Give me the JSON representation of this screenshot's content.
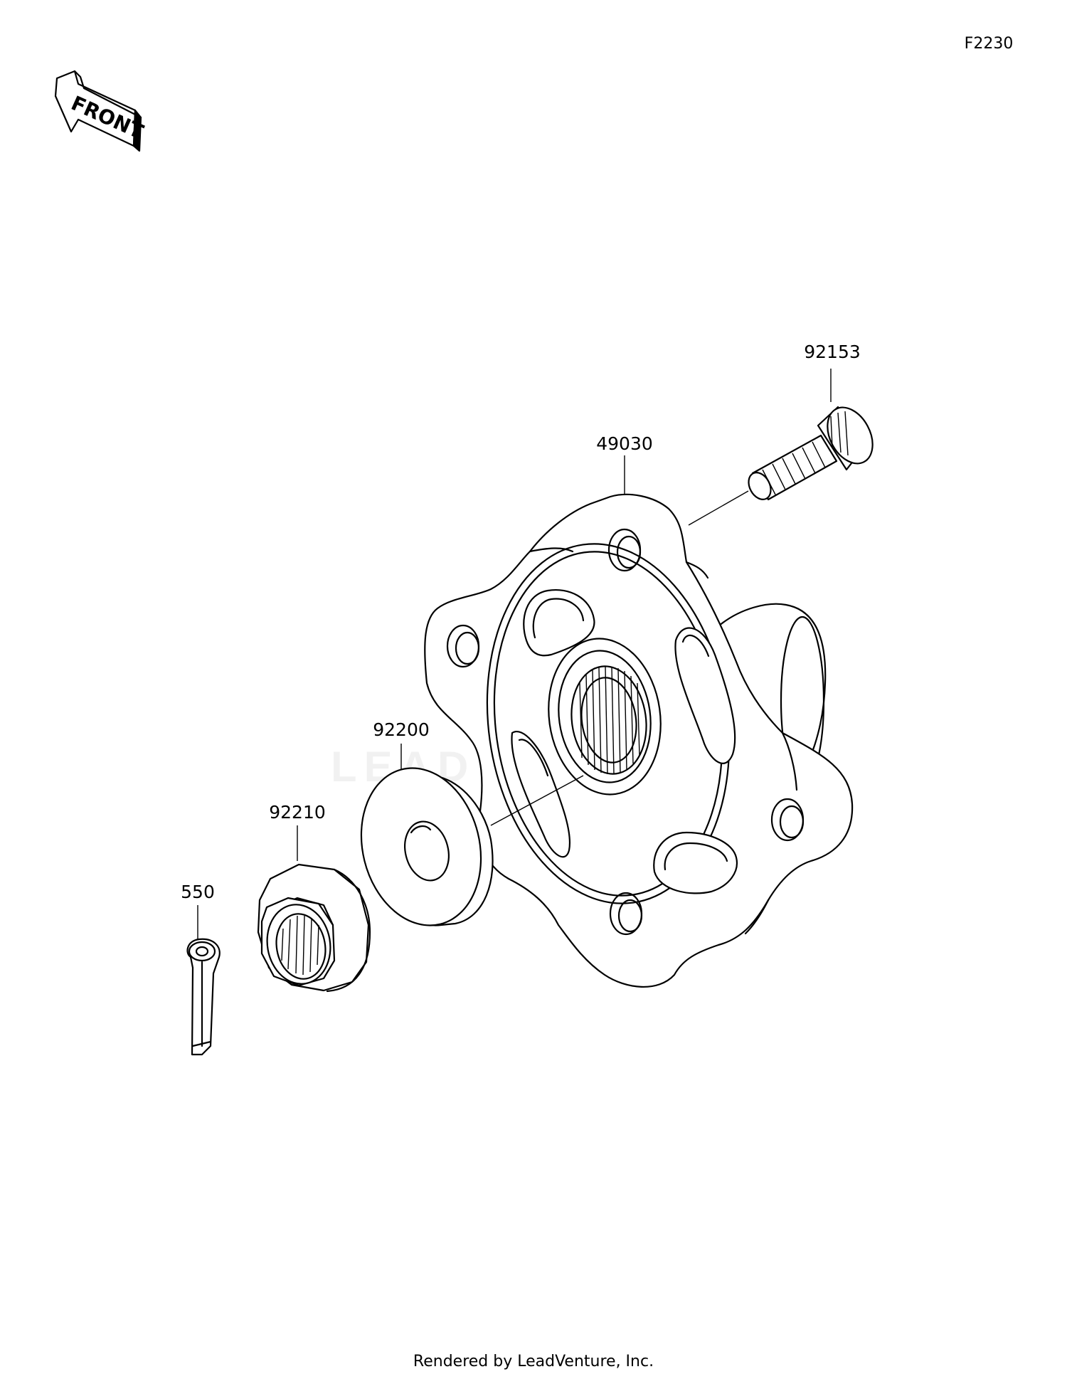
{
  "figure_id": "F2230",
  "front_label": "FRONT",
  "watermark": "LEADVENTURE",
  "parts": {
    "bolt": "92153",
    "hub": "49030",
    "washer": "92200",
    "nut": "92210",
    "cotter_pin": "550"
  },
  "footer": "Rendered by LeadVenture, Inc."
}
